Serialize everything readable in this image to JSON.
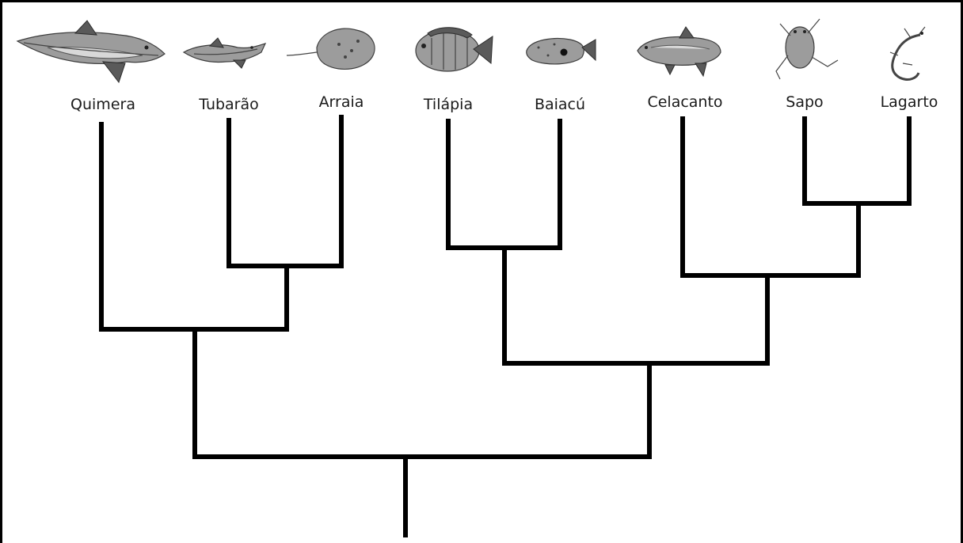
{
  "taxa": [
    {
      "id": "quimera",
      "label": "Quimera",
      "icon": "chimaera-icon"
    },
    {
      "id": "tubarao",
      "label": "Tubarão",
      "icon": "shark-icon"
    },
    {
      "id": "arraia",
      "label": "Arraia",
      "icon": "ray-icon"
    },
    {
      "id": "tilapia",
      "label": "Tilápia",
      "icon": "tilapia-icon"
    },
    {
      "id": "baiacu",
      "label": "Baiacú",
      "icon": "pufferfish-icon"
    },
    {
      "id": "celacanto",
      "label": "Celacanto",
      "icon": "coelacanth-icon"
    },
    {
      "id": "sapo",
      "label": "Sapo",
      "icon": "frog-icon"
    },
    {
      "id": "lagarto",
      "label": "Lagarto",
      "icon": "lizard-icon"
    }
  ],
  "tree_topology": "((Quimera,(Tubarão,Arraia)),((Tilápia,Baiacú),(Celacanto,(Sapo,Lagarto))))",
  "colors": {
    "line": "#000000",
    "text": "#1a1a1a",
    "background": "#ffffff"
  }
}
